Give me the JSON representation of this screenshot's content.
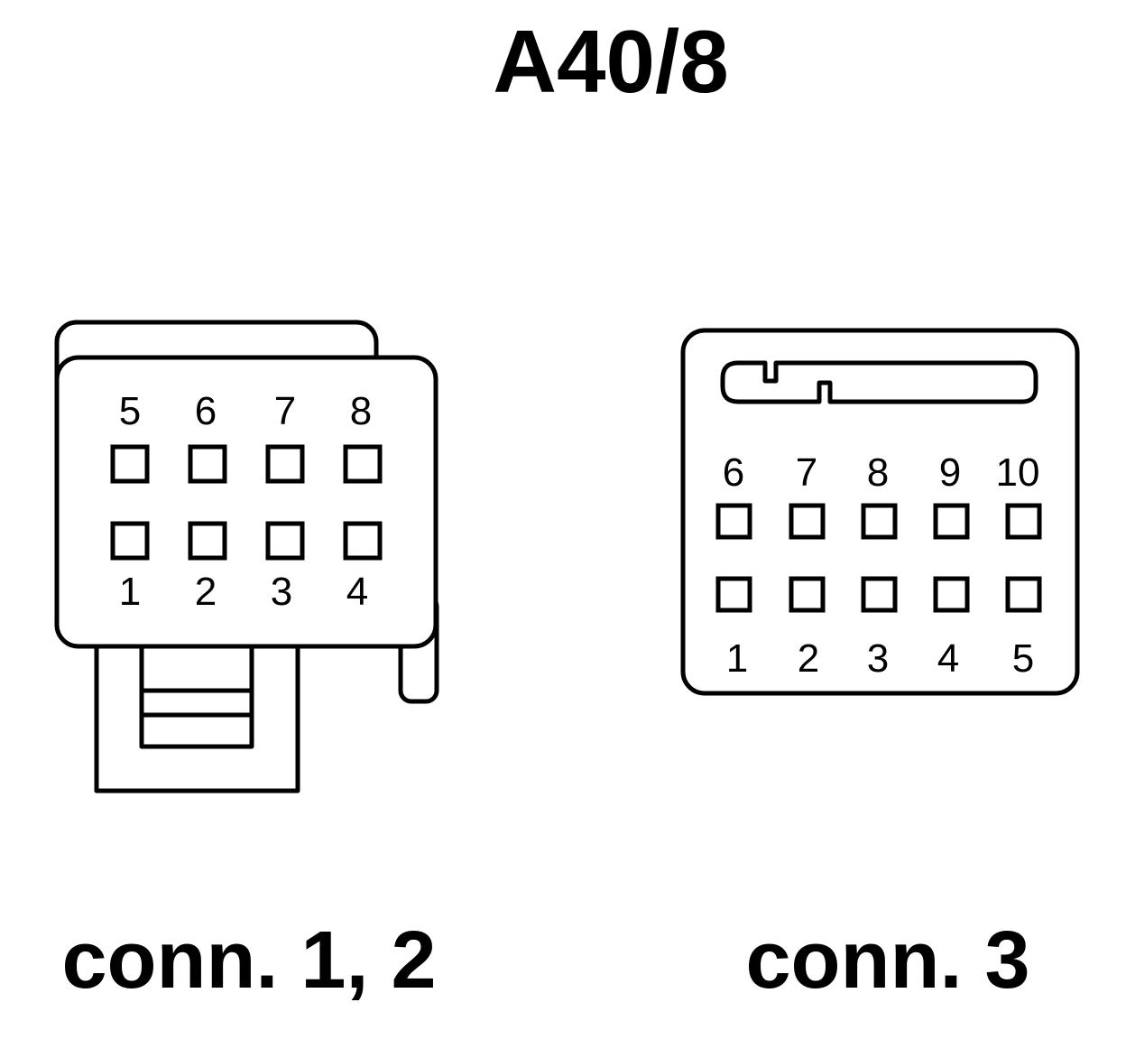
{
  "title": "A40/8",
  "connector_a": {
    "caption": "conn. 1, 2",
    "top_row_labels": [
      "5",
      "6",
      "7",
      "8"
    ],
    "bottom_row_labels": [
      "1",
      "2",
      "3",
      "4"
    ]
  },
  "connector_b": {
    "caption": "conn. 3",
    "top_row_labels": [
      "6",
      "7",
      "8",
      "9",
      "10"
    ],
    "bottom_row_labels": [
      "1",
      "2",
      "3",
      "4",
      "5"
    ]
  }
}
